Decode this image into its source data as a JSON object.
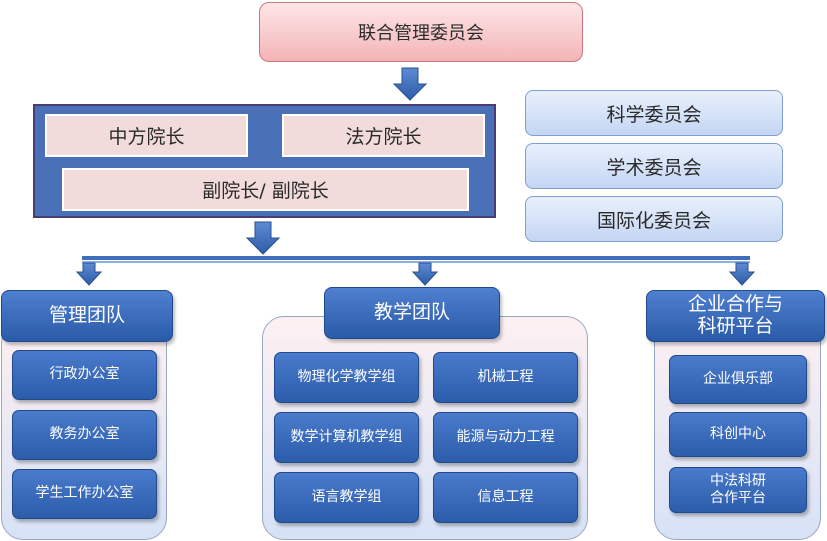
{
  "top": {
    "title": "联合管理委员会"
  },
  "leadership": {
    "chinese_dean": "中方院长",
    "french_dean": "法方院长",
    "vice_deans": "副院长/ 副院长"
  },
  "committees": [
    "科学委员会",
    "学术委员会",
    "国际化委员会"
  ],
  "teams": {
    "management": {
      "title": "管理团队",
      "items": [
        "行政办公室",
        "教务办公室",
        "学生工作办公室"
      ]
    },
    "teaching": {
      "title": "教学团队",
      "items": [
        "物理化学教学组",
        "机械工程",
        "数学计算机教学组",
        "能源与动力工程",
        "语言教学组",
        "信息工程"
      ]
    },
    "enterprise": {
      "title_line1": "企业合作与",
      "title_line2": "科研平台",
      "items": [
        "企业俱乐部",
        "科创中心"
      ],
      "last_item_line1": "中法科研",
      "last_item_line2": "合作平台"
    }
  },
  "colors": {
    "arrow_blue": "#3f6fb8",
    "block_blue": "#4a71b7",
    "item_blue": "#2c5dab",
    "top_pink": "#f4b4b7",
    "leader_pink": "#f2dcdb",
    "committee_light": "#c4d6f4"
  }
}
